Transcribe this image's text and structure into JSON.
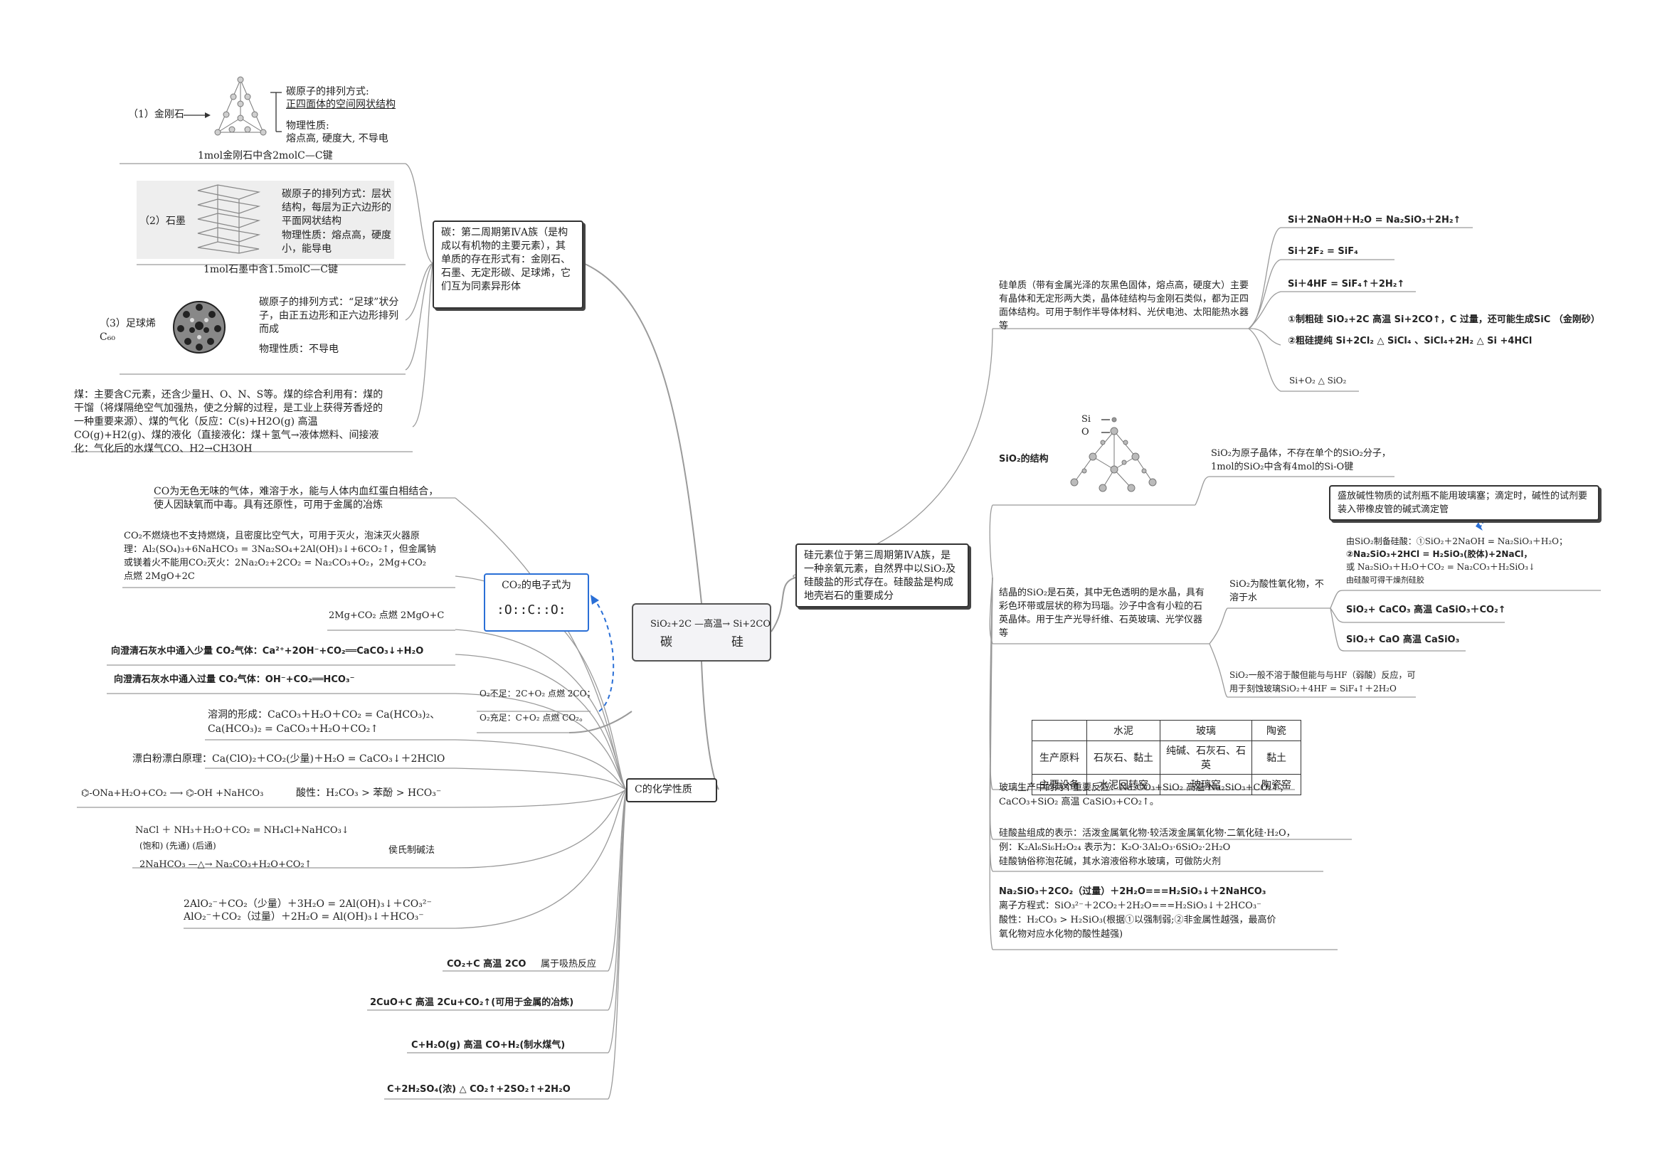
{
  "center": {
    "equation": "SiO₂+2C —高温→ Si+2CO",
    "left": "碳",
    "right": "硅"
  },
  "carbon": {
    "intro": "碳：第二周期第ⅣA族（是构成以有机物的主要元素），其单质的存在形式有：金刚石、石墨、无定形碳、足球烯，它们互为同素异形体",
    "diamond": {
      "label": "（1）金刚石",
      "arr_title": "碳原子的排列方式:",
      "arr": "正四面体的空间网状结构",
      "prop_title": "物理性质:",
      "prop": "熔点高, 硬度大, 不导电",
      "note": "1mol金刚石中含2molC—C键"
    },
    "graphite": {
      "label": "（2）石墨",
      "arr": "碳原子的排列方式：层状结构，每层为正六边形的平面网状结构",
      "prop": "物理性质：熔点高，硬度小，能导电",
      "note": "1mol石墨中含1.5molC—C键"
    },
    "c60": {
      "label": "（3）足球烯 C₆₀",
      "arr": "碳原子的排列方式：“足球”状分子，由正五边形和正六边形排列而成",
      "prop": "物理性质：不导电"
    },
    "coal": "煤：主要含C元素，还含少量H、O、N、S等。煤的综合利用有：煤的干馏（将煤隔绝空气加强热，使之分解的过程，是工业上获得芳香烃的一种重要来源）、煤的气化（反应：C(s)+H2O(g) 高温 CO(g)+H2(g)、煤的液化（直接液化：煤＋氢气→液体燃料、间接液化：气化后的水煤气CO、H2→CH3OH"
  },
  "co2": {
    "electron_title": "CO₂的电子式为",
    "electron": ":O::C::O:",
    "co": "CO为无色无味的气体，难溶于水，能与人体内血红蛋白相结合，使人因缺氧而中毒。具有还原性，可用于金属的冶炼",
    "fire": "CO₂不燃烧也不支持燃烧，且密度比空气大，可用于灭火，泡沫灭火器原理：Al₂(SO₄)₃+6NaHCO₃ = 3Na₂SO₄+2Al(OH)₃↓+6CO₂↑，但金属钠或镁着火不能用CO₂灭火：2Na₂O₂+2CO₂ = Na₂CO₃+O₂，2Mg+CO₂ 点燃 2MgO+2C",
    "mg": "2Mg+CO₂ 点燃 2MgO+C",
    "lime_small": "向澄清石灰水中通入少量 CO₂气体：Ca²⁺+2OH⁻+CO₂══CaCO₃↓+H₂O",
    "lime_excess": "向澄清石灰水中通入过量 CO₂气体：OH⁻+CO₂══HCO₃⁻",
    "cave1": "溶洞的形成：CaCO₃＋H₂O＋CO₂ = Ca(HCO₃)₂、",
    "cave2": "Ca(HCO₃)₂ = CaCO₃＋H₂O＋CO₂↑",
    "bleach": "漂白粉漂白原理：Ca(ClO)₂＋CO₂(少量)＋H₂O = CaCO₃↓＋2HClO",
    "phenol_left": "⌬-ONa+H₂O+CO₂ ⟶ ⌬-OH +NaHCO₃",
    "phenol_acid": "酸性：H₂CO₃ > 苯酚 > HCO₃⁻",
    "hou1": "NaCl ＋ NH₃＋H₂O＋CO₂ = NH₄Cl+NaHCO₃↓",
    "hou2": "(饱和)  (先通)            (后通)",
    "hou3": "2NaHCO₃ —△→ Na₂CO₃+H₂O+CO₂↑",
    "hou_label": "侯氏制碱法",
    "al1": "2AlO₂⁻＋CO₂（少量）＋3H₂O = 2Al(OH)₃↓＋CO₃²⁻",
    "al2": "AlO₂⁻＋CO₂（过量）＋2H₂O = Al(OH)₃↓＋HCO₃⁻",
    "o2_less": "O₂不足：2C+O₂ 点燃 2CO；",
    "o2_enough": "O₂充足：C+O₂ 点燃 CO₂。"
  },
  "c_chem": {
    "title": "C的化学性质",
    "r1": "CO₂+C 高温 2CO",
    "r1_note": "属于吸热反应",
    "r2": "2CuO+C 高温 2Cu+CO₂↑(可用于金属的冶炼)",
    "r3": "C+H₂O(g) 高温 CO+H₂(制水煤气)",
    "r4": "C+2H₂SO₄(浓) △ CO₂↑+2SO₂↑+2H₂O"
  },
  "silicon": {
    "intro": "硅元素位于第三周期第ⅣA族，是一种亲氧元素，自然界中以SiO₂及硅酸盐的形式存在。硅酸盐是构成地壳岩石的重要成分",
    "si_desc": "硅单质（带有金属光泽的灰黑色固体，熔点高，硬度大）主要有晶体和无定形两大类，晶体硅结构与金刚石类似，都为正四面体结构。可用于制作半导体材料、光伏电池、太阳能热水器等",
    "si1": "Si＋2NaOH＋H₂O = Na₂SiO₃＋2H₂↑",
    "si2": "Si＋2F₂ = SiF₄",
    "si3": "Si＋4HF = SiF₄↑＋2H₂↑",
    "si4": "①制粗硅 SiO₂+2C 高温 Si+2CO↑，C 过量，还可能生成SiC （金刚砂）",
    "si5": "②粗硅提纯 Si+2Cl₂ △ SiCl₄ 、SiCl₄+2H₂ △ Si +4HCl",
    "si6": "Si+O₂ △ SiO₂",
    "sio2_struct": "SiO₂的结构",
    "sio2_legend_si": "Si",
    "sio2_legend_o": "O",
    "sio2_atomic": "SiO₂为原子晶体，不存在单个的SiO₂分子，1mol的SiO₂中含有4mol的Si-O键",
    "quartz": "结晶的SiO₂是石英，其中无色透明的是水晶，具有彩色环带或层状的称为玛瑙。沙子中含有小粒的石英晶体。用于生产光导纤维、石英玻璃、光学仪器等",
    "acid_ox": "SiO₂为酸性氧化物，不溶于水",
    "bottle": "盛放碱性物质的试剂瓶不能用玻璃塞；滴定时，碱性的试剂要装入带橡皮管的碱式滴定管",
    "prep1": "由SiO₂制备硅酸：①SiO₂＋2NaOH = Na₂SiO₃＋H₂O；",
    "prep2": "②Na₂SiO₃+2HCl = H₂SiO₃(胶体)+2NaCl，",
    "prep3": "或 Na₂SiO₃＋H₂O＋CO₂ = Na₂CO₃＋H₂SiO₃↓",
    "prep4": "由硅酸可得干燥剂硅胶",
    "caco3": "SiO₂+ CaCO₃ 高温 CaSiO₃＋CO₂↑",
    "cao": "SiO₂+ CaO 高温 CaSiO₃",
    "hf": "SiO₂一般不溶于酸但能与与HF（弱酸）反应，可用于刻蚀玻璃SiO₂＋4HF = SiF₄↑＋2H₂O",
    "table": {
      "headers": [
        "",
        "水泥",
        "玻璃",
        "陶瓷"
      ],
      "rows": [
        [
          "生产原料",
          "石灰石、黏土",
          "纯碱、石灰石、石英",
          "黏土"
        ],
        [
          "主要设备",
          "水泥回转窑",
          "玻璃窑",
          "陶瓷窑"
        ]
      ]
    },
    "glass1": "玻璃生产中的两个重要反应：Na₂CO₃+SiO₂ 高温 Na₂SiO₃+CO₂↑；",
    "glass2": "CaCO₃+SiO₂ 高温 CaSiO₃+CO₂↑。",
    "silicate1": "硅酸盐组成的表示：活泼金属氧化物·较活泼金属氧化物·二氧化硅·H₂O，",
    "silicate2": "例：K₂Al₆Si₆H₂O₂₄ 表示为：K₂O·3Al₂O₃·6SiO₂·2H₂O",
    "silicate3": "硅酸钠俗称泡花碱，其水溶液俗称水玻璃，可做防火剂",
    "na1": "Na₂SiO₃＋2CO₂（过量）＋2H₂O===H₂SiO₃↓＋2NaHCO₃",
    "na2": "离子方程式：SiO₃²⁻＋2CO₂＋2H₂O===H₂SiO₃↓＋2HCO₃⁻",
    "na3": "酸性：H₂CO₃ > H₂SiO₃(根据①以强制弱;②非金属性越强，最高价",
    "na4": "氧化物对应水化物的酸性越强)"
  }
}
